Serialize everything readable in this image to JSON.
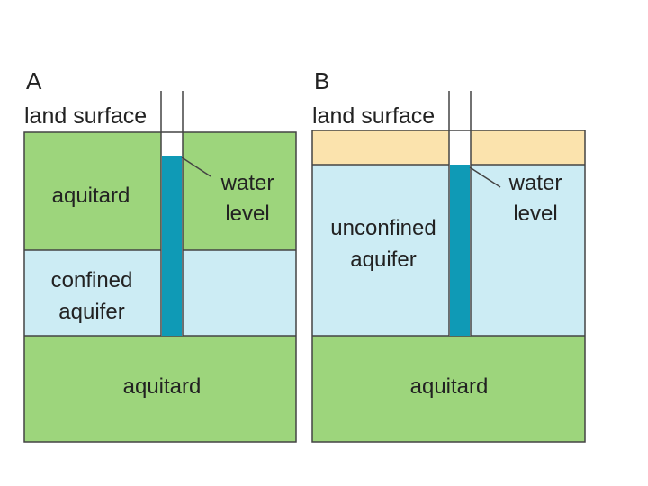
{
  "colors": {
    "aquitard": "#9dd57c",
    "aquifer": "#ccecf4",
    "soil": "#fbe3ad",
    "well_water": "#0f9ab6",
    "well_casing": "#ffffff",
    "outline": "#444444",
    "text": "#222222"
  },
  "panels": [
    {
      "letter": "A",
      "land_surface": "land surface",
      "water_level_line1": "water",
      "water_level_line2": "level",
      "top_layer_line1": "aquitard",
      "middle_layer_line1": "confined",
      "middle_layer_line2": "aquifer",
      "bottom_layer": "aquitard"
    },
    {
      "letter": "B",
      "land_surface": "land surface",
      "water_level_line1": "water",
      "water_level_line2": "level",
      "aquifer_line1": "unconfined",
      "aquifer_line2": "aquifer",
      "bottom_layer": "aquitard"
    }
  ]
}
